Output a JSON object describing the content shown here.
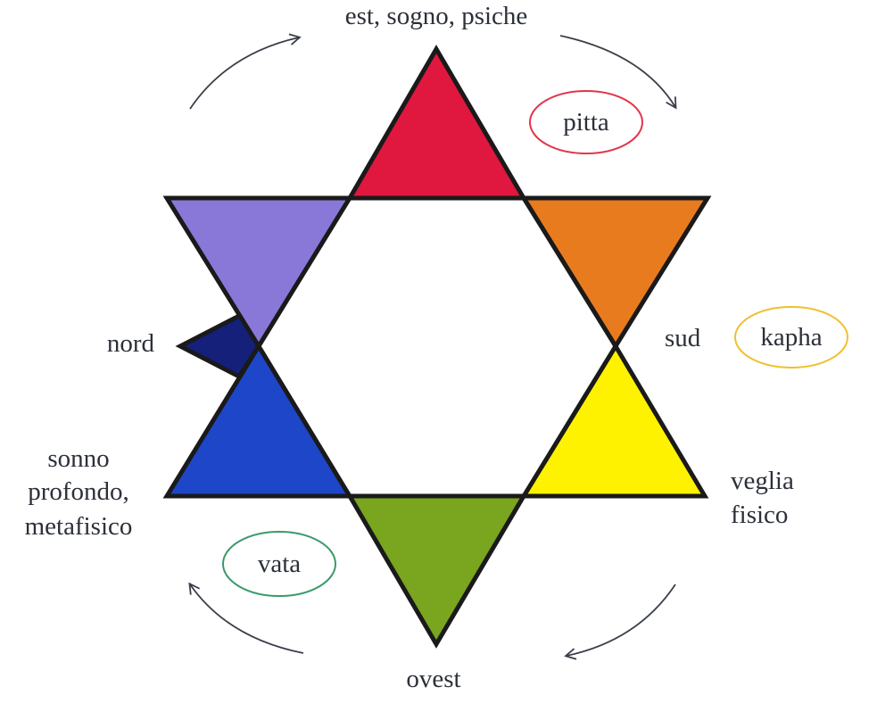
{
  "labels": {
    "top": "est, sogno, psiche",
    "left": "nord",
    "right": "sud",
    "bottom": "ovest",
    "lower_left": [
      "sonno",
      "profondo,",
      "metafisico"
    ],
    "lower_right": [
      "veglia",
      "fisico"
    ]
  },
  "doshas": {
    "pitta": "pitta",
    "kapha": "kapha",
    "vata": "vata"
  },
  "colors": {
    "red": "#e0173f",
    "orange": "#e97b1f",
    "yellow": "#fff200",
    "green": "#7aa51f",
    "blue": "#1e46c8",
    "purple": "#8a78d8",
    "navy": "#14207a",
    "pitta_ring": "#e0364a",
    "kapha_ring": "#f0c030",
    "vata_ring": "#3a9a6a"
  }
}
